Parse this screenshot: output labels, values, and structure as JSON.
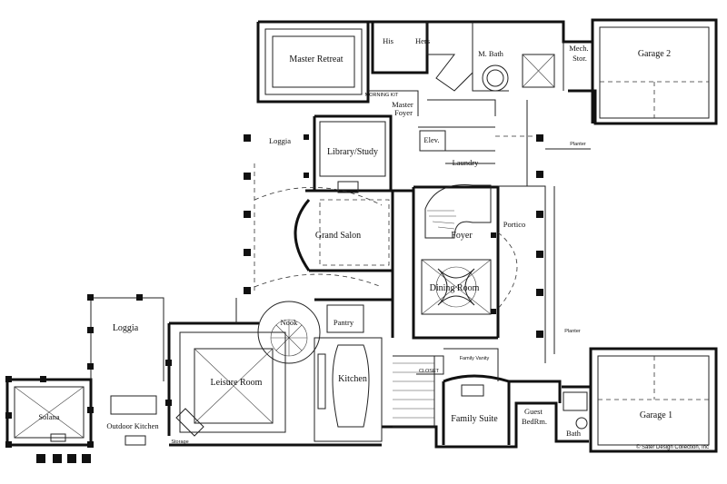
{
  "rooms": {
    "master_retreat": "Master Retreat",
    "his": "His",
    "hers": "Hers",
    "m_bath": "M. Bath",
    "mech_stor": "Mech.\nStor.",
    "garage_2": "Garage 2",
    "master_foyer": "Master\nFoyer",
    "morning_kit": "MORNING KIT",
    "loggia_top": "Loggia",
    "library_study": "Library/Study",
    "elev": "Elev.",
    "laundry": "Laundry",
    "grand_salon": "Grand Salon",
    "foyer": "Foyer",
    "portico": "Portico",
    "planter_top": "Planter",
    "dining_room": "Dining Room",
    "loggia_left": "Loggia",
    "nook": "Nook",
    "pantry": "Pantry",
    "planter_bottom": "Planter",
    "leisure_room": "Leisure Room",
    "kitchen": "Kitchen",
    "closet": "CLOSET",
    "family_vanity": "Family Vanity",
    "family_suite": "Family Suite",
    "guest_bedrm": "Guest\nBedRm.",
    "bath": "Bath",
    "garage_1": "Garage 1",
    "solana": "Solana",
    "outdoor_kitchen": "Outdoor Kitchen",
    "storage": "Storage"
  },
  "credit": "© Sater Design Collection, Inc"
}
